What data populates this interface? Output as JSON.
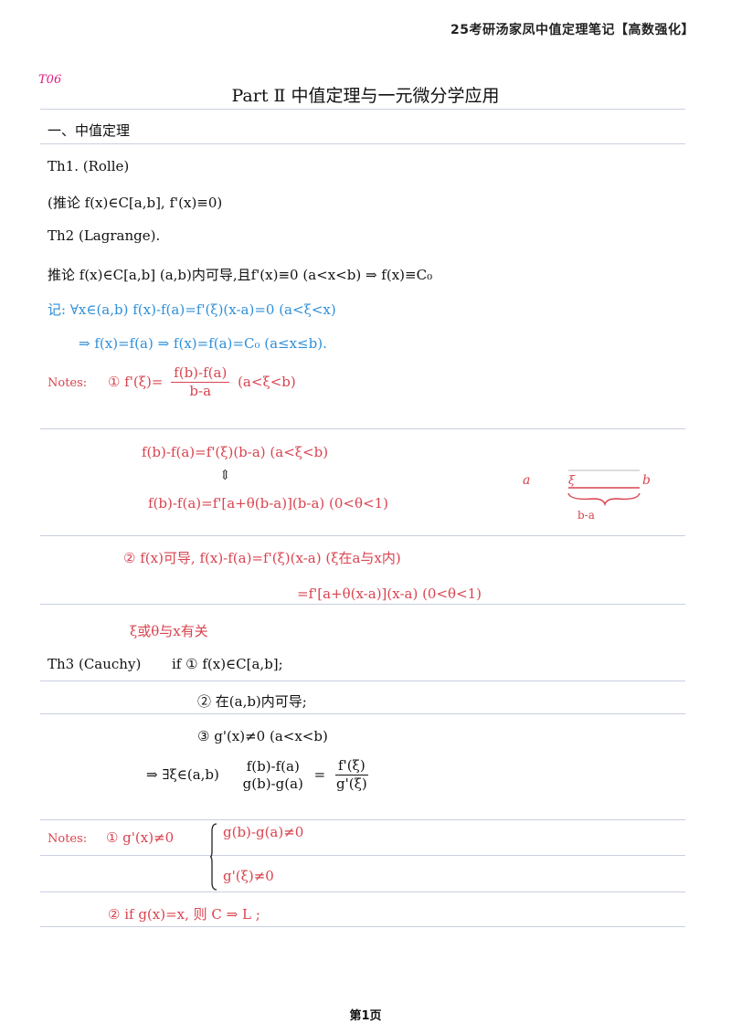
{
  "header": {
    "text": "25考研汤家凤中值定理笔记【高数强化】"
  },
  "page_tag": "T06",
  "title": "Part Ⅱ 中值定理与一元微分学应用",
  "section": "一、中值定理",
  "th1": {
    "heading": "Th1. (Rolle)",
    "corollary": "(推论 f(x)∈C[a,b], f'(x)≡0)"
  },
  "th2": {
    "heading": "Th2 (Lagrange).",
    "corollary": "推论 f(x)∈C[a,b] (a,b)内可导,且f'(x)≡0 (a<x<b) ⇒ f(x)≡C₀",
    "note_line1": "记: ∀x∈(a,b) f(x)-f(a)=f'(ξ)(x-a)=0 (a<ξ<x)",
    "note_line2": "⇒ f(x)=f(a) ⇒ f(x)=f(a)=C₀ (a≤x≤b)."
  },
  "notes1": {
    "label": "Notes:",
    "item1_prefix": "① f'(ξ)=",
    "item1_num": "f(b)-f(a)",
    "item1_den": "b-a",
    "item1_suffix": "(a<ξ<b)",
    "eq1": "f(b)-f(a)=f'(ξ)(b-a) (a<ξ<b)",
    "equiv": "⇕",
    "eq2": "f(b)-f(a)=f'[a+θ(b-a)](b-a) (0<θ<1)",
    "item2_line1": "② f(x)可导, f(x)-f(a)=f'(ξ)(x-a) (ξ在a与x内)",
    "item2_line2": "=f'[a+θ(x-a)](x-a) (0<θ<1)",
    "item2_note": "ξ或θ与x有关"
  },
  "figure": {
    "label_a": "a",
    "label_xi": "ξ",
    "label_b": "b",
    "label_span": "b-a"
  },
  "th3": {
    "heading": "Th3 (Cauchy)",
    "cond1": "if ① f(x)∈C[a,b];",
    "cond2": "② 在(a,b)内可导;",
    "cond3": "③ g'(x)≠0 (a<x<b)",
    "concl_prefix": "⇒ ∃ξ∈(a,b)",
    "lhs_num": "f(b)-f(a)",
    "lhs_den": "g(b)-g(a)",
    "eq": "=",
    "rhs_num": "f'(ξ)",
    "rhs_den": "g'(ξ)"
  },
  "notes2": {
    "label": "Notes:",
    "item1": "① g'(x)≠0",
    "brace_line1": "g(b)-g(a)≠0",
    "brace_line2": "g'(ξ)≠0",
    "item2": "② if g(x)=x, 则 C ⇒ L ;"
  },
  "footer": {
    "text": "第1页"
  },
  "colors": {
    "red": "#d9434f",
    "blue": "#2f8fd8",
    "pink": "#e0197d",
    "rule": "#c9cfe0"
  }
}
